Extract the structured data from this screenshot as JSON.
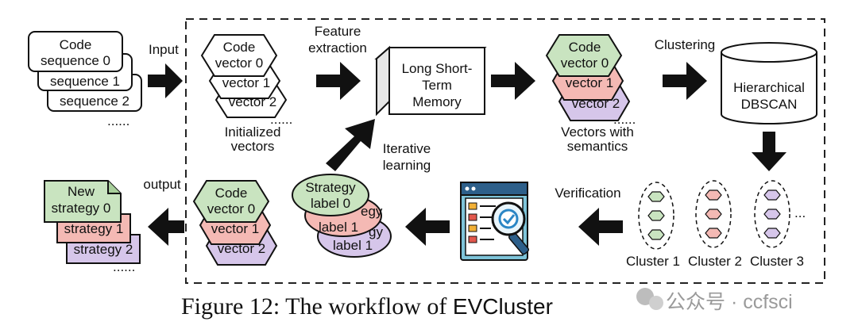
{
  "labels": {
    "input": "Input",
    "feature_extraction_1": "Feature",
    "feature_extraction_2": "extraction",
    "clustering": "Clustering",
    "iterative_1": "Iterative",
    "iterative_2": "learning",
    "verification": "Verification",
    "output": "output",
    "initialized_1": "Initialized",
    "initialized_2": "vectors",
    "semantics_1": "Vectors with",
    "semantics_2": "semantics",
    "ellipsis": "......",
    "dots3": "..."
  },
  "code_sequences": [
    "Code",
    "sequence 0",
    "sequence 1",
    "sequence 2"
  ],
  "init_vectors": [
    "Code",
    "vector 0",
    "vector 1",
    "vector 2"
  ],
  "lstm": [
    "Long Short-",
    "Term",
    "Memory"
  ],
  "sem_vectors": [
    "Code",
    "vector 0",
    "vector 1",
    "vector 2"
  ],
  "dbscan": [
    "Hierarchical",
    "DBSCAN"
  ],
  "clusters": [
    "Cluster 1",
    "Cluster 2",
    "Cluster 3"
  ],
  "strategy_labels": [
    "Strategy",
    "label 0",
    "label 1",
    "label 1",
    "gy",
    "egy"
  ],
  "out_vectors": [
    "Code",
    "vector 0",
    "vector 1",
    "vector 2"
  ],
  "new_strategies": [
    "New",
    "strategy 0",
    "strategy 1",
    "strategy 2"
  ],
  "caption": {
    "prefix": "Figure 12: The workflow of ",
    "name": "EVCluster"
  },
  "watermark": "公众号 · ccfsci",
  "colors": {
    "green": "#c9e4c0",
    "red": "#f4b9b4",
    "purple": "#d6c6ea",
    "edge": "#111111"
  }
}
